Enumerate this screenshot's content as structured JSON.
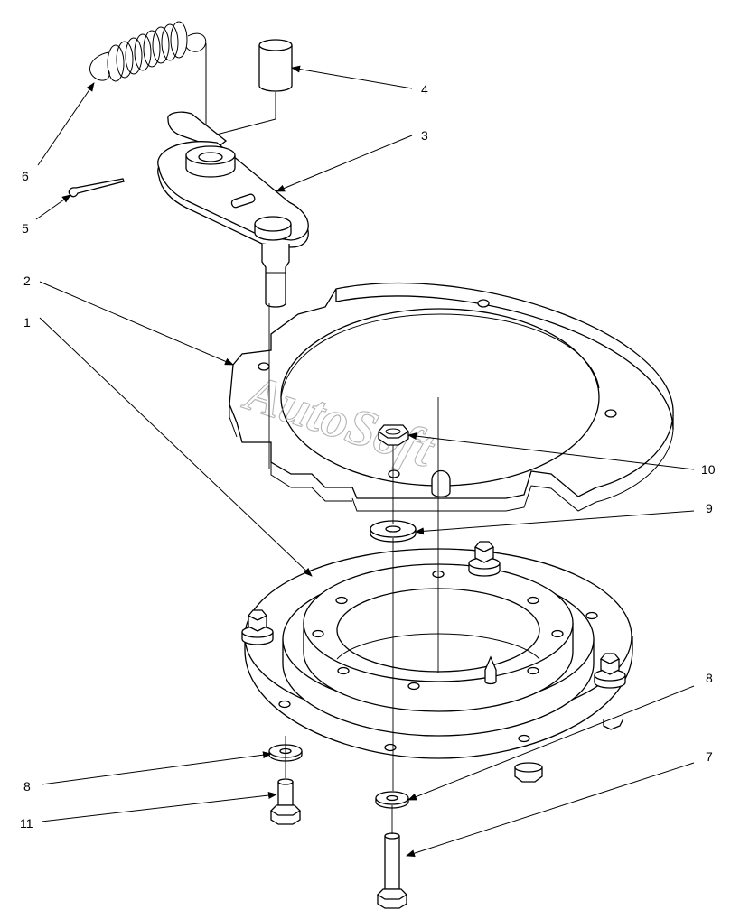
{
  "watermark": "AutoSoft",
  "callouts": [
    {
      "id": "c1",
      "label": "1"
    },
    {
      "id": "c2",
      "label": "2"
    },
    {
      "id": "c3",
      "label": "3"
    },
    {
      "id": "c4",
      "label": "4"
    },
    {
      "id": "c5",
      "label": "5"
    },
    {
      "id": "c6",
      "label": "6"
    },
    {
      "id": "c7",
      "label": "7"
    },
    {
      "id": "c8a",
      "label": "8"
    },
    {
      "id": "c8b",
      "label": "8"
    },
    {
      "id": "c9",
      "label": "9"
    },
    {
      "id": "c10",
      "label": "10"
    },
    {
      "id": "c11",
      "label": "11"
    }
  ],
  "colors": {
    "line": "#000000",
    "background": "#ffffff",
    "watermark": "#9a9a9a"
  }
}
